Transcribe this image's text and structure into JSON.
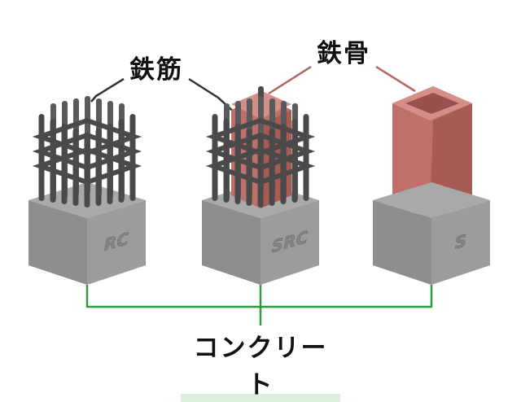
{
  "labels": {
    "rebar": "鉄筋",
    "steel": "鉄骨",
    "concrete": "コンクリート"
  },
  "blocks": [
    {
      "type": "RC"
    },
    {
      "type": "SRC"
    },
    {
      "type": "S"
    }
  ],
  "colors": {
    "concrete_top": "#a9a9a9",
    "concrete_left": "#8e8e8e",
    "concrete_right": "#9c9c9c",
    "rebar": "#4a4a4a",
    "steel": "#c0706a",
    "steel_dark": "#a85a55",
    "leader_rebar": "#333333",
    "leader_steel": "#b06560",
    "concrete_bracket": "#2e9a3e"
  }
}
